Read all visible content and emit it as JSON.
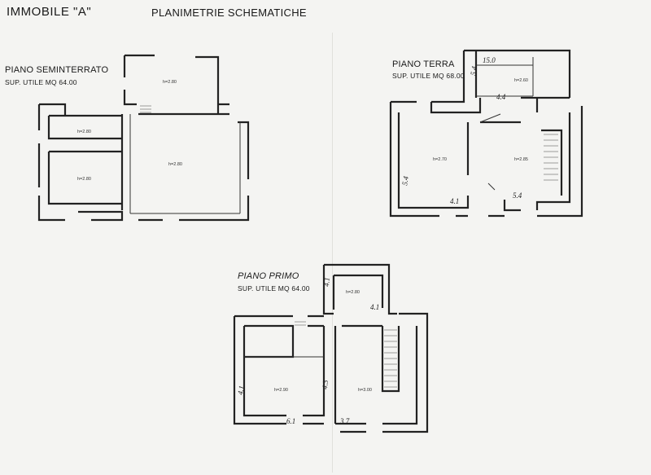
{
  "header": {
    "title": "IMMOBILE \"A\"",
    "subtitle": "PLANIMETRIE SCHEMATICHE"
  },
  "plans": {
    "seminterrato": {
      "name": "PIANO SEMINTERRATO",
      "area": "SUP. UTILE MQ 64.00",
      "rooms": [
        "h=2.80",
        "h=2.80",
        "h=2.80",
        "h=2.80"
      ]
    },
    "terra": {
      "name": "PIANO TERRA",
      "area": "SUP. UTILE MQ 68.00",
      "rooms": [
        "h=2.70",
        "h=2.85",
        "h=2.60"
      ],
      "notes": [
        "15.0",
        "5.4",
        "4.4",
        "5.4",
        "4.1",
        "5.4"
      ]
    },
    "primo": {
      "name": "PIANO PRIMO",
      "area": "SUP. UTILE MQ 64.00",
      "rooms": [
        "h=2.80",
        "h=2.90",
        "h=3.00"
      ],
      "notes": [
        "4.1",
        "4.1",
        "4.1",
        "6.1",
        "4.3",
        "3.7"
      ]
    }
  }
}
